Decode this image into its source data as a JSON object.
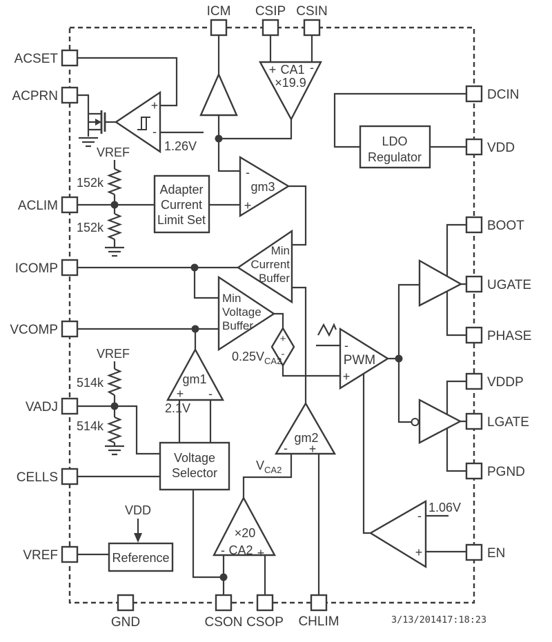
{
  "pins": {
    "left": [
      "ACSET",
      "ACPRN",
      "ACLIM",
      "ICOMP",
      "VCOMP",
      "VADJ",
      "CELLS",
      "VREF"
    ],
    "top": [
      "ICM",
      "CSIP",
      "CSIN"
    ],
    "right": [
      "DCIN",
      "VDD",
      "BOOT",
      "UGATE",
      "PHASE",
      "VDDP",
      "LGATE",
      "PGND",
      "EN"
    ],
    "bottom": [
      "GND",
      "CSON",
      "CSOP",
      "CHLIM"
    ]
  },
  "blocks": {
    "ldo": [
      "LDO",
      "Regulator"
    ],
    "adapter_limit": [
      "Adapter",
      "Current",
      "Limit Set"
    ],
    "voltage_selector": [
      "Voltage",
      "Selector"
    ],
    "reference": "Reference"
  },
  "amps": {
    "ca1_name": "CA1",
    "ca1_gain": "×19.9",
    "gm1": "gm1",
    "gm2": "gm2",
    "gm3": "gm3",
    "ca2_gain": "×20",
    "ca2_name": "CA2",
    "pwm": "PWM",
    "min_current_buffer": [
      "Min",
      "Current",
      "Buffer"
    ],
    "min_voltage_buffer": [
      "Min",
      "Voltage",
      "Buffer"
    ]
  },
  "labels": {
    "vref_top": "VREF",
    "vref_mid": "VREF",
    "vdd": "VDD",
    "r152k_top": "152k",
    "r152k_bot": "152k",
    "r514k_top": "514k",
    "r514k_bot": "514k",
    "ref_126": "1.26V",
    "ref_106": "1.06V",
    "ref_21": "2.1V",
    "src_025": "0.25V",
    "src_025_sub": "CA2",
    "vca2_main": "V",
    "vca2_sub": "CA2"
  },
  "sym": {
    "plus": "+",
    "minus": "-"
  },
  "timestamp": {
    "text": "3/13/201417:18:23",
    "color": "#3ecf3e"
  }
}
